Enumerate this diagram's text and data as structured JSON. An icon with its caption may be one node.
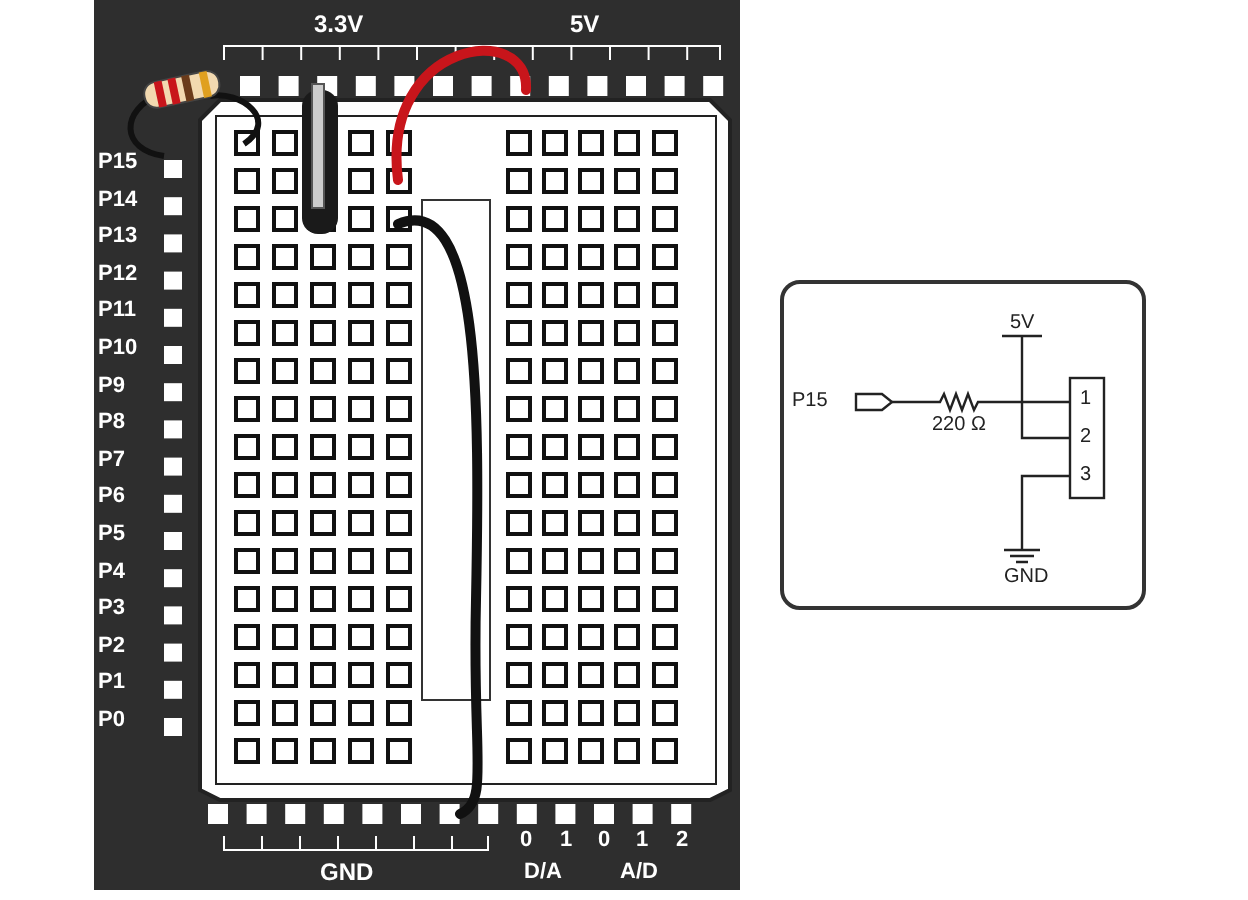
{
  "diagram": {
    "labels": [
      "3.3V",
      "5V",
      "P15",
      "P14",
      "P13",
      "P12",
      "P11",
      "P10",
      "P9",
      "P8",
      "P7",
      "P6",
      "P5",
      "P4",
      "P3",
      "P2",
      "P1",
      "P0",
      "GND",
      "0",
      "1",
      "0",
      "1",
      "2",
      "D/A",
      "A/D",
      "5V",
      "P15",
      "220 Ω",
      "1",
      "2",
      "3",
      "GND"
    ]
  }
}
